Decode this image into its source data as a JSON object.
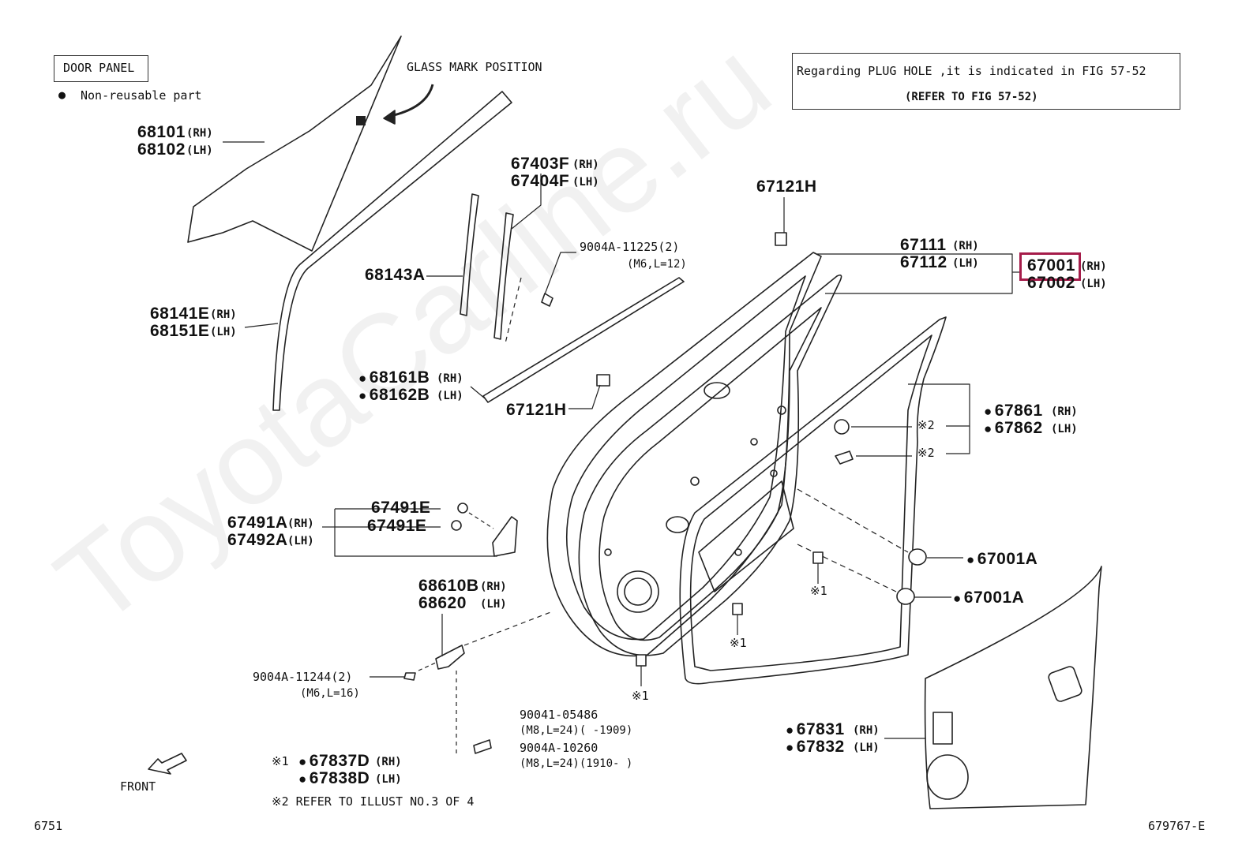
{
  "header": {
    "panel_title": "DOOR PANEL",
    "legend_symbol": "●",
    "legend_text": "Non-reusable part",
    "glass_mark": "GLASS MARK POSITION",
    "note_line1": "Regarding PLUG HOLE ,it is indicated in FIG 57-52",
    "note_line2": "(REFER TO FIG 57-52)"
  },
  "watermark": "ToyotaCarline.ru",
  "parts": {
    "p68101": "68101",
    "p68102": "68102",
    "p67403F": "67403F",
    "p67404F": "67404F",
    "p67121H_top": "67121H",
    "p67121H_mid": "67121H",
    "p67111": "67111",
    "p67112": "67112",
    "p67001": "67001",
    "p67002": "67002",
    "p9004A_11225": "9004A-11225(2)",
    "spec_11225": "(M6,L=12)",
    "p68143A": "68143A",
    "p68141E": "68141E",
    "p68151E": "68151E",
    "p68161B": "68161B",
    "p68162B": "68162B",
    "p67861": "67861",
    "p67862": "67862",
    "mark2_a": "※2",
    "mark2_b": "※2",
    "p67491E_a": "67491E",
    "p67491E_b": "67491E",
    "p67491A": "67491A",
    "p67492A": "67492A",
    "p67001A_a": "67001A",
    "p67001A_b": "67001A",
    "p68610B": "68610B",
    "p68620": "68620",
    "mark1_a": "※1",
    "mark1_b": "※1",
    "mark1_c": "※1",
    "p9004A_11244": "9004A-11244(2)",
    "spec_11244": "(M6,L=16)",
    "p90041_05486": "90041-05486",
    "spec_05486": "(M8,L=24)(     -1909)",
    "p9004A_10260": "9004A-10260",
    "spec_10260": "(M8,L=24)(1910-     )",
    "p67831": "67831",
    "p67832": "67832",
    "p67837D": "67837D",
    "p67838D": "67838D",
    "mark1_legend": "※1"
  },
  "sides": {
    "rh": "(RH)",
    "lh": "(LH)"
  },
  "footer": {
    "front": "FRONT",
    "refer_note": "※2 REFER TO ILLUST NO.3 OF 4",
    "page_code": "6751",
    "fig_code": "679767-E"
  },
  "colors": {
    "highlight": "#a51c4a",
    "line": "#222222"
  }
}
